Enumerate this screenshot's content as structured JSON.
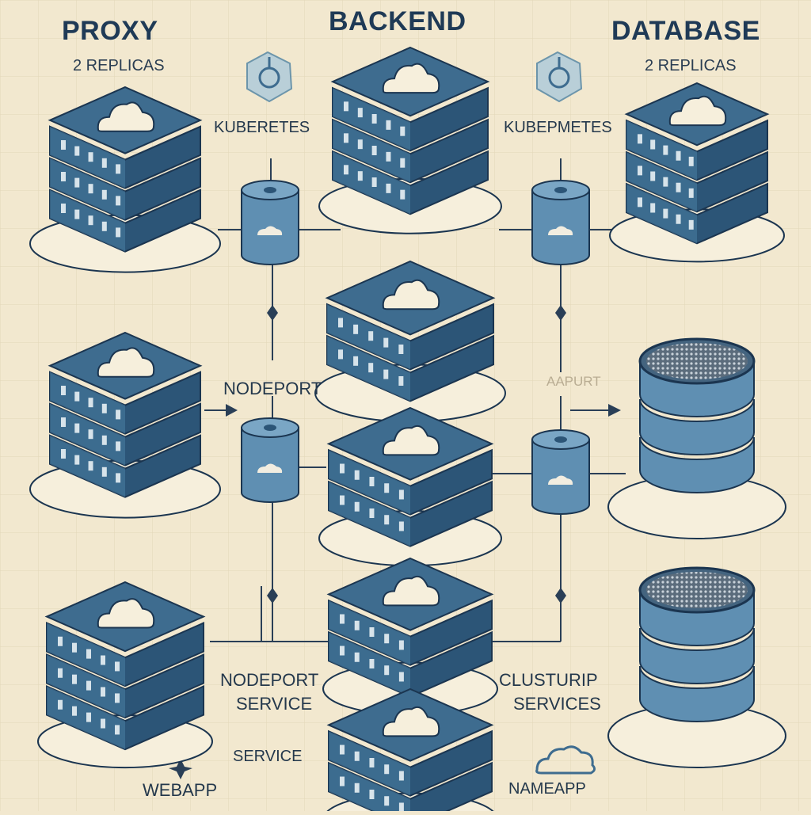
{
  "headers": {
    "proxy": "PROXY",
    "proxy_replicas": "2 REPLICAS",
    "backend": "BACKEND",
    "database": "DATABASE",
    "database_replicas": "2 REPLICAS"
  },
  "labels": {
    "kubernetes_left": "KUBERETES",
    "kubernetes_right": "KUBEPMETES",
    "nodeport": "NODEPORT",
    "nodeport_faint": "AAPURT",
    "nodeport_service_line1": "NODEPORT",
    "nodeport_service_line2": "SERVICE",
    "clusterip_line1": "CLUSTURIP",
    "clusterip_line2": "SERVICES",
    "service": "SERVICE",
    "webapp": "WEBAPP",
    "nameapp": "NAMEAPP"
  },
  "colors": {
    "background": "#f2e8cf",
    "server_top": "#3e6c8f",
    "server_side": "#2c5577",
    "server_outline": "#1b3550",
    "cylinder": "#5f8fb2",
    "disc": "#f6efdc",
    "connector": "#2a3f57"
  },
  "icons": [
    "kubernetes-icon",
    "cloud-icon",
    "server-stack-icon",
    "service-cylinder-icon",
    "database-cylinder-icon",
    "arrow-icon"
  ]
}
